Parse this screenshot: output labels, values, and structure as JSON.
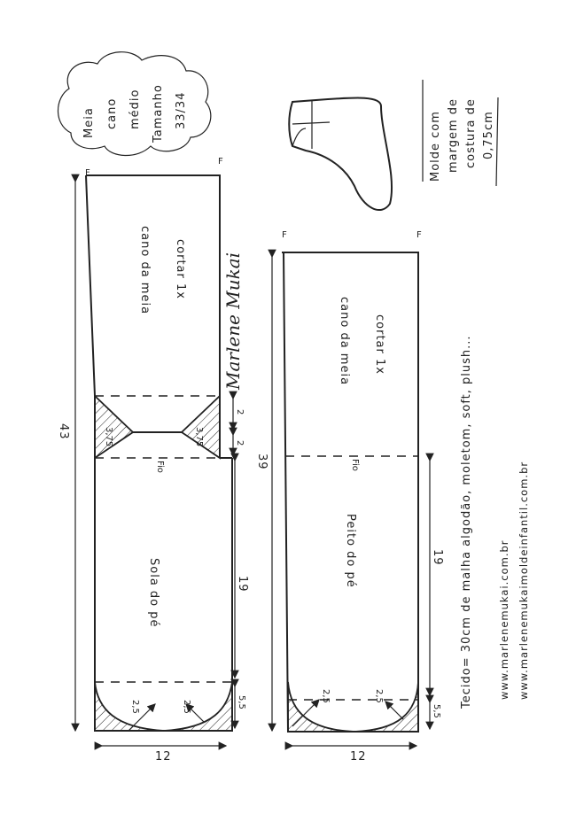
{
  "title_cloud": {
    "lines": [
      "Meia",
      "cano",
      "médio",
      "Tamanho",
      "33/34"
    ]
  },
  "seam_note": {
    "lines": [
      "Molde com",
      "margem de",
      "costura de",
      "0,75cm"
    ]
  },
  "piece_left": {
    "upper_label_1": "cano da meia",
    "upper_label_2": "cortar 1x",
    "lower_label": "Sola do pé",
    "grain": "Fio",
    "total_length": "43",
    "gusset_depth_left": "3,75",
    "gusset_depth_right": "3,75",
    "gusset_half_1": "2",
    "gusset_half_2": "2",
    "foot_length": "19",
    "toe_height": "5,5",
    "radius_left": "2,5",
    "radius_right": "2,5",
    "width": "12",
    "fold_mark_left": "F",
    "fold_mark_right": "F"
  },
  "piece_right": {
    "upper_label_1": "cano da meia",
    "upper_label_2": "cortar 1x",
    "lower_label": "Peito do pé",
    "grain": "Fio",
    "total_length": "39",
    "foot_length": "19",
    "toe_height": "5,5",
    "radius_left": "2,5",
    "radius_right": "2,5",
    "width": "12",
    "fold_mark_left": "F",
    "fold_mark_right": "F"
  },
  "fabric_note": "Tecido= 30cm de malha algodão, moletom, soft, plush...",
  "websites": [
    "www.marlenemukai.com.br",
    "www.marlenemukaimoldeinfantil.com.br"
  ],
  "signature": "Marlene Mukai"
}
